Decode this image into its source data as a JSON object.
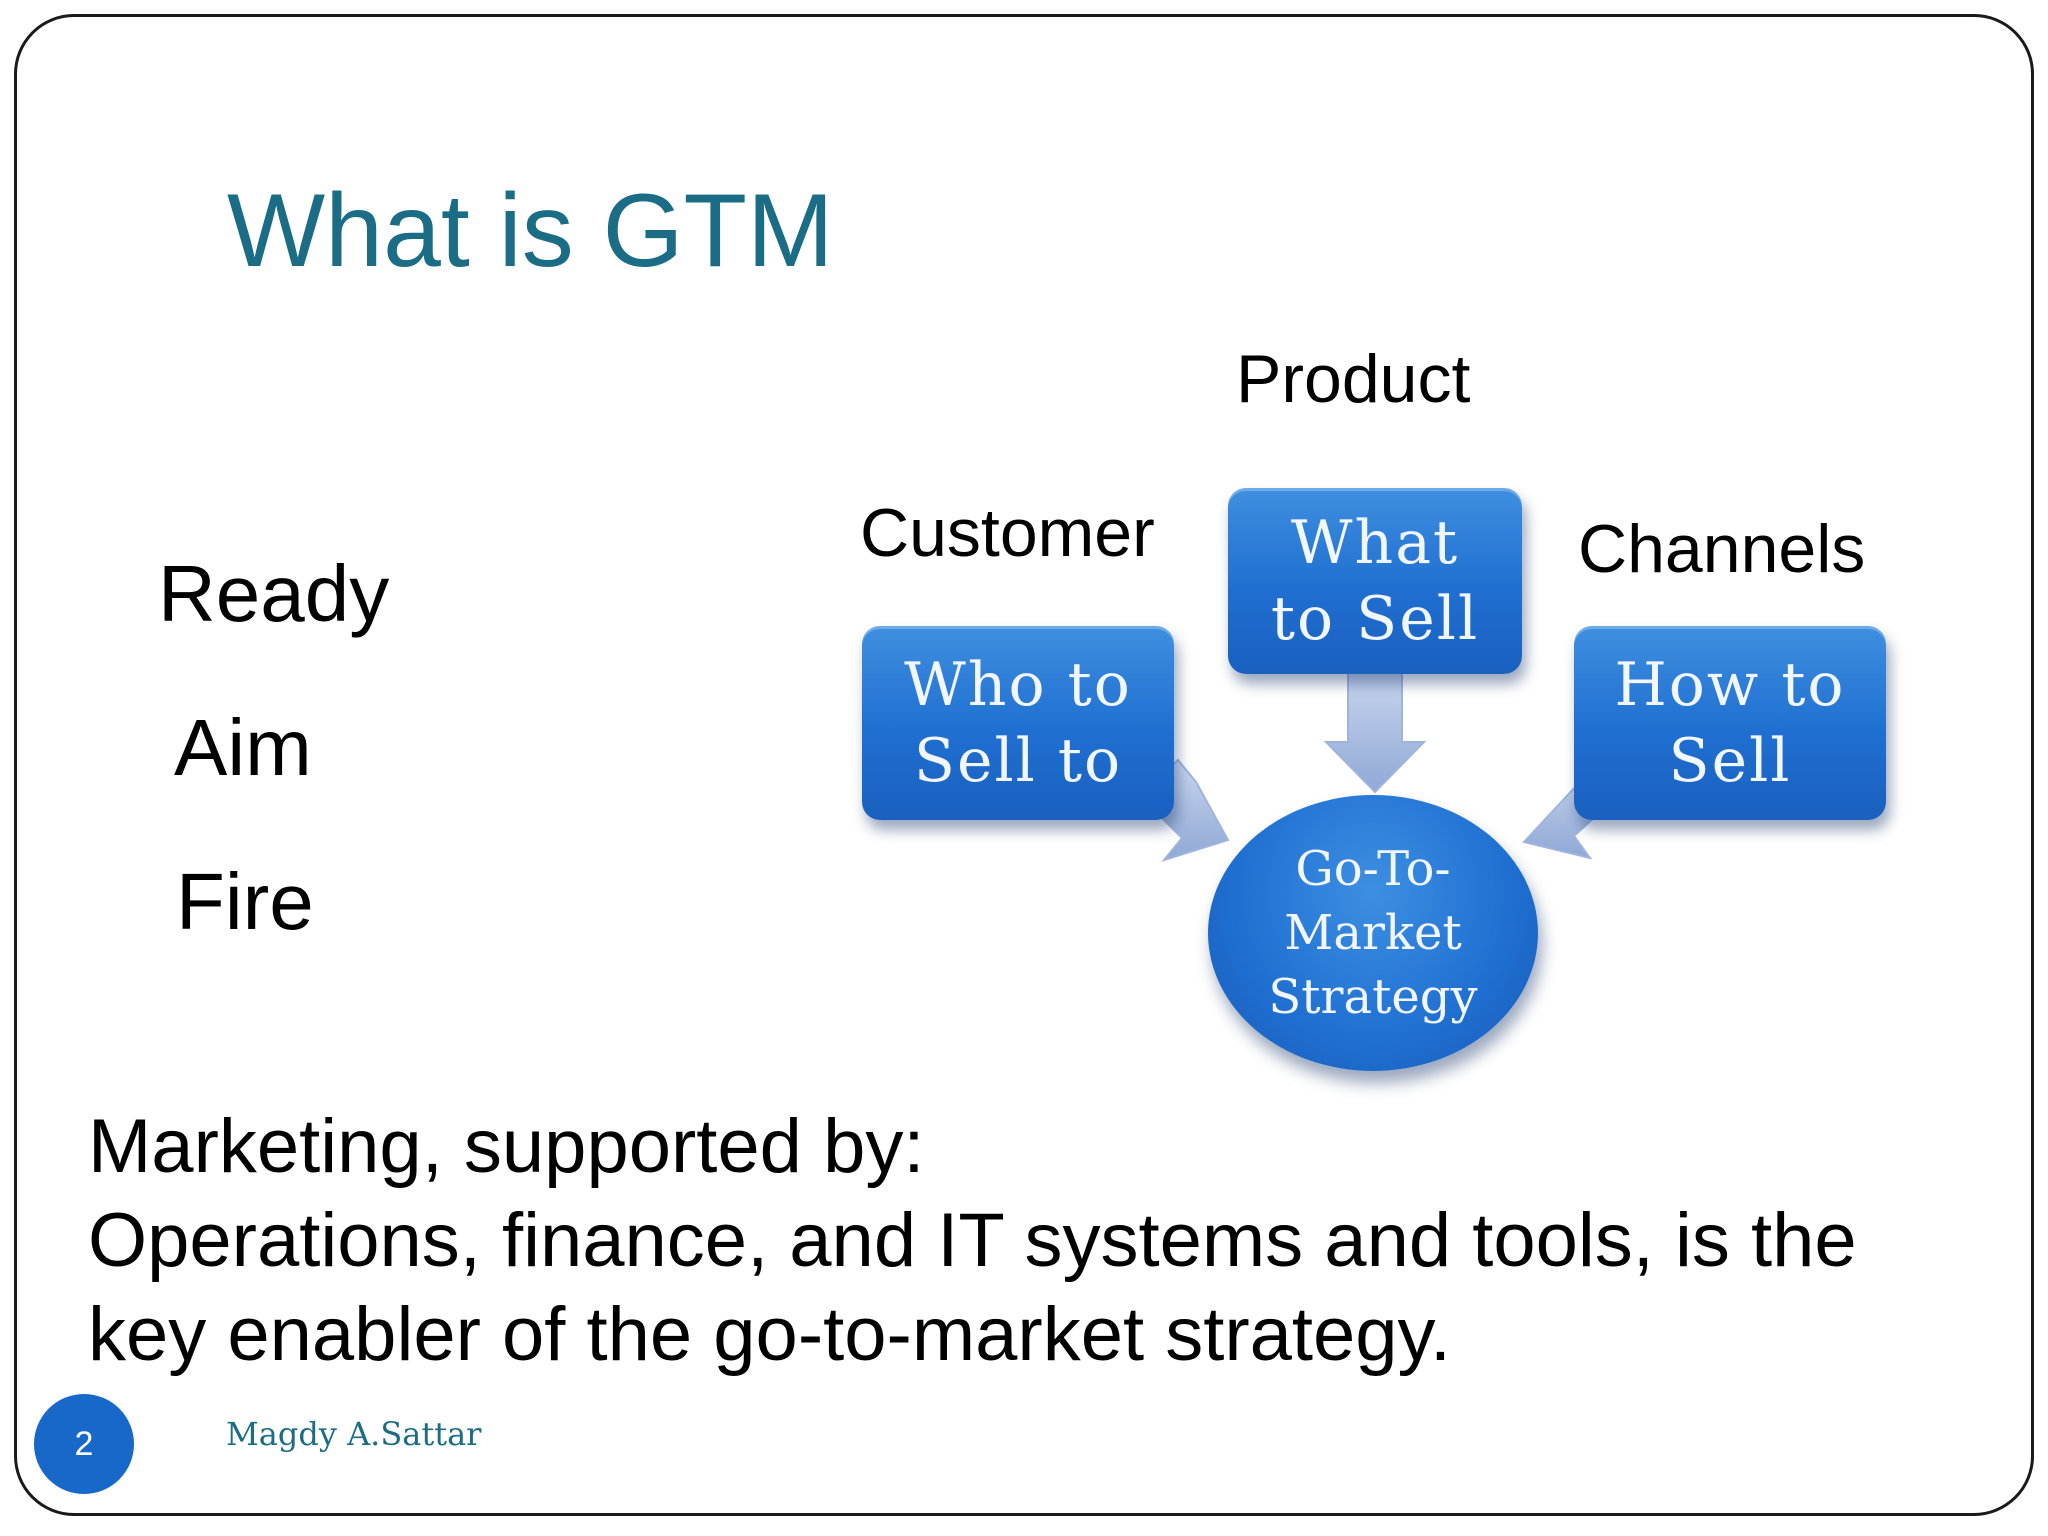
{
  "slide": {
    "title": "What is GTM",
    "steps": [
      "Ready",
      "Aim",
      "Fire"
    ],
    "diagram": {
      "product_label": "Product",
      "customer_label": "Customer",
      "channels_label": "Channels",
      "what_box": [
        "What",
        "to Sell"
      ],
      "who_box": [
        "Who to",
        "Sell to"
      ],
      "how_box": [
        "How to",
        "Sell"
      ],
      "center": [
        "Go-To-",
        "Market",
        "Strategy"
      ]
    },
    "body_lines": [
      "Marketing, supported by:",
      "Operations, finance, and IT systems and tools, is the",
      "key enabler of the go-to-market strategy."
    ],
    "page_number": "2",
    "author": "Magdy A.Sattar"
  },
  "colors": {
    "title": "#1b6d85",
    "box_blue": "#1f6fd1",
    "arrow": "#a9bfe4",
    "page_badge": "#1768c9"
  }
}
